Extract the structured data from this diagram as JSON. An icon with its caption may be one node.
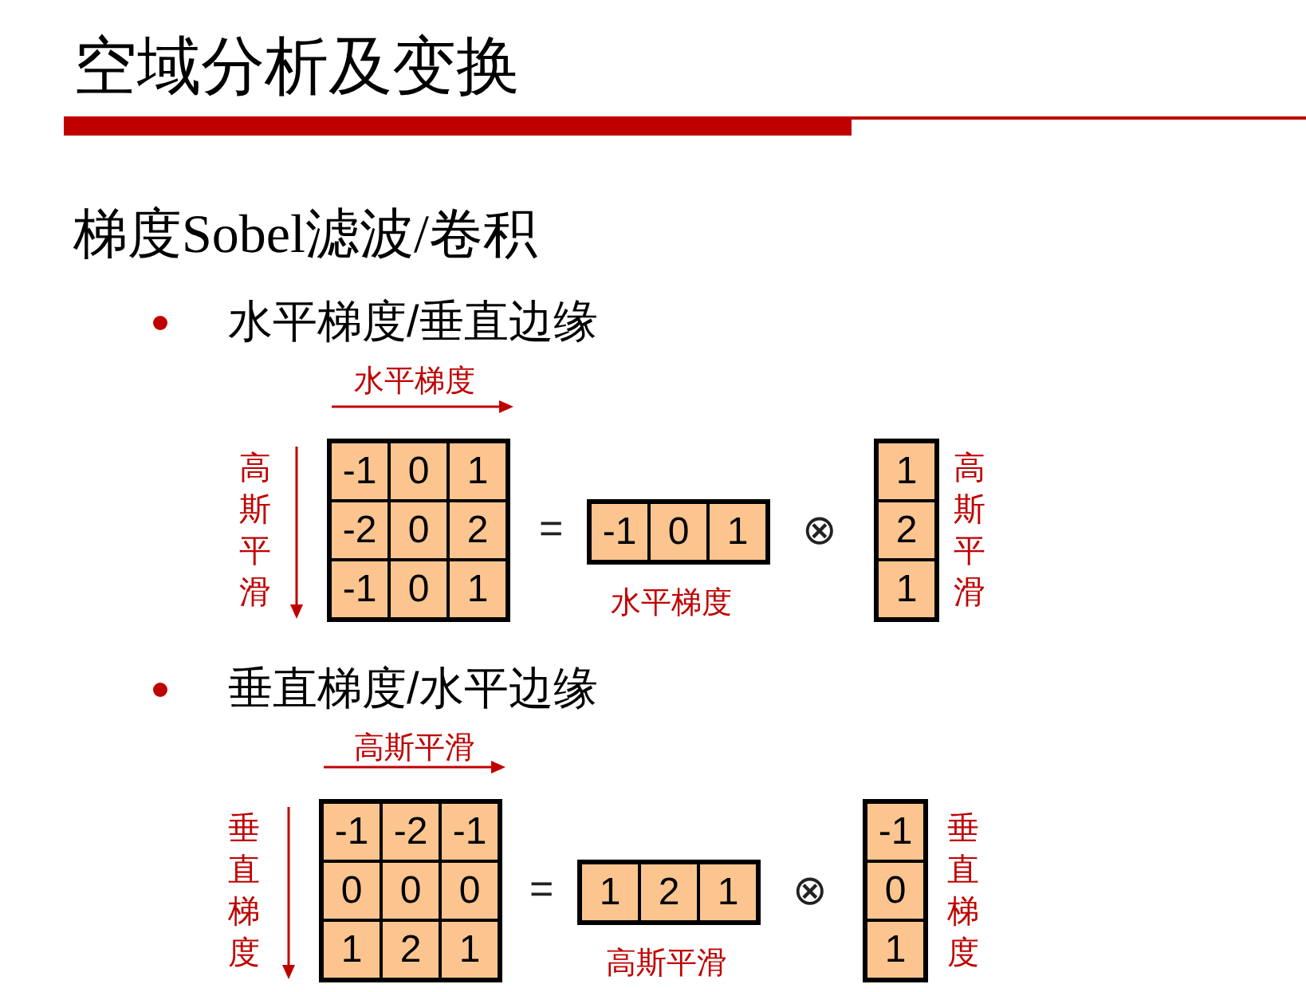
{
  "diagram": {
    "title": "空域分析及变换",
    "labels": [
      "梯度Sobel滤波/卷积",
      "水平梯度/垂直边缘",
      "水平梯度",
      "高斯平滑",
      "-1",
      "0",
      "1",
      "-2",
      "0",
      "2",
      "-1",
      "0",
      "1",
      "=",
      "-1",
      "0",
      "1",
      "水平梯度",
      "⊗",
      "1",
      "2",
      "1",
      "高斯平滑",
      "垂直梯度/水平边缘",
      "高斯平滑",
      "垂直梯度",
      "-1",
      "-2",
      "-1",
      "0",
      "0",
      "0",
      "1",
      "2",
      "1",
      "=",
      "1",
      "2",
      "1",
      "高斯平滑",
      "⊗",
      "-1",
      "0",
      "1",
      "垂直梯度"
    ]
  }
}
